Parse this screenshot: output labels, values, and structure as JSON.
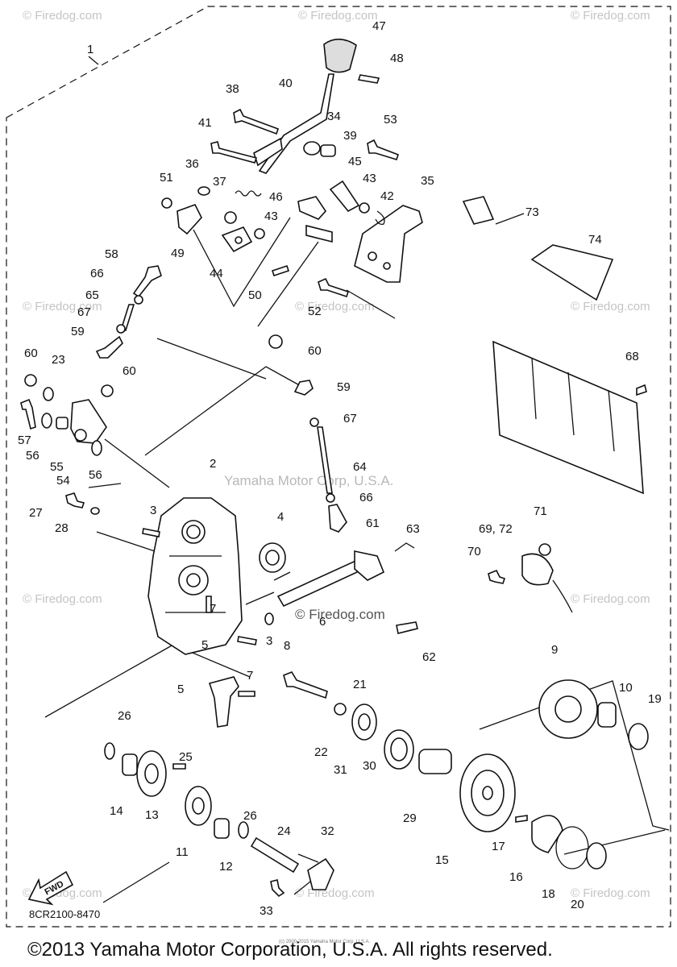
{
  "watermark": {
    "site": "© Firedog.com",
    "site_center": "© Firedog.com",
    "brand": "Yamaha Motor Corp, U.S.A."
  },
  "callouts": [
    "1",
    "2",
    "3",
    "3",
    "4",
    "5",
    "5",
    "6",
    "7",
    "7",
    "8",
    "9",
    "10",
    "11",
    "12",
    "13",
    "14",
    "15",
    "16",
    "17",
    "18",
    "19",
    "20",
    "21",
    "22",
    "23",
    "24",
    "25",
    "26",
    "26",
    "27",
    "28",
    "29",
    "30",
    "31",
    "32",
    "33",
    "34",
    "35",
    "36",
    "37",
    "38",
    "39",
    "40",
    "41",
    "42",
    "43",
    "43",
    "44",
    "45",
    "46",
    "47",
    "48",
    "49",
    "50",
    "51",
    "52",
    "53",
    "54",
    "55",
    "56",
    "56",
    "57",
    "58",
    "59",
    "59",
    "60",
    "60",
    "60",
    "61",
    "62",
    "63",
    "64",
    "65",
    "66",
    "66",
    "67",
    "67",
    "68",
    "69, 72",
    "70",
    "71",
    "73",
    "74"
  ],
  "fwd_label": "FWD",
  "part_number": "8CR2100-8470",
  "tiny_credit": "(c) 2000-2015 Yamaha Motor Corp, U.S.A.",
  "copyright": "©2013 Yamaha Motor Corporation, U.S.A. All rights reserved."
}
